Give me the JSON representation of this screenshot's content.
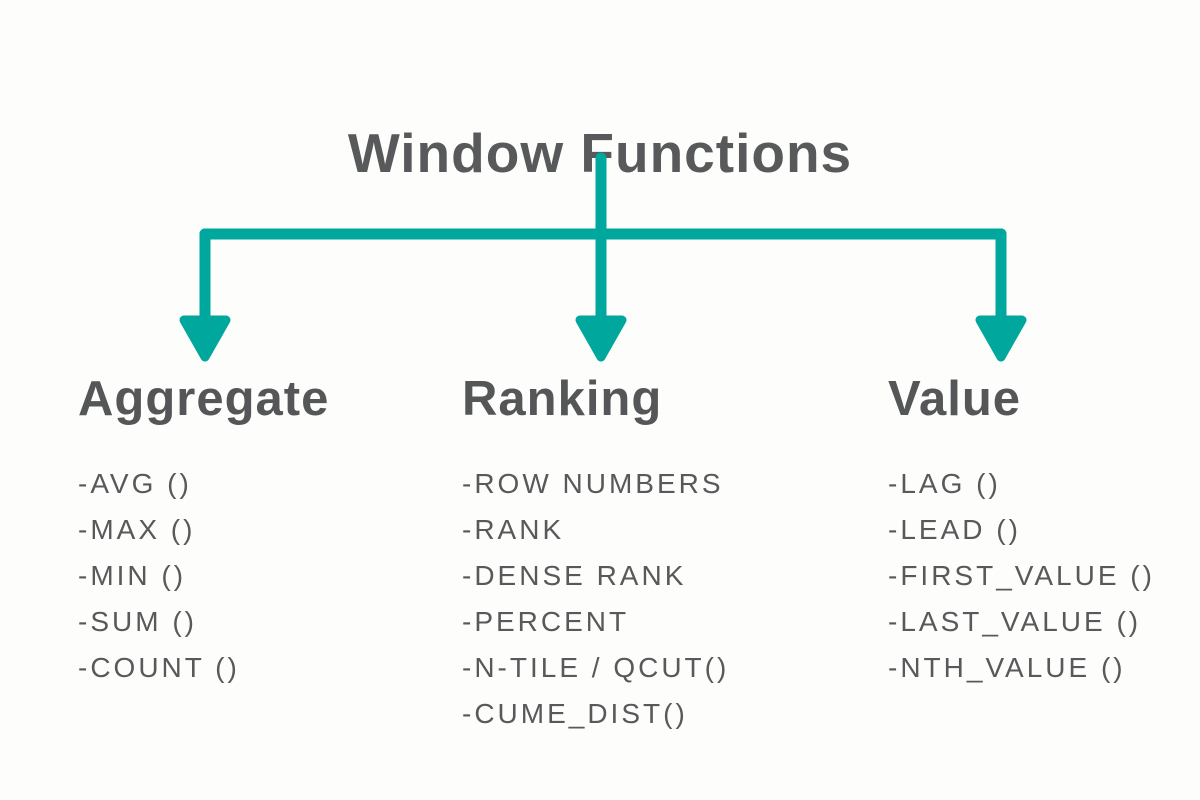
{
  "title": "Window Functions",
  "colors": {
    "accent_teal": "#00A79D",
    "text_gray": "#58595B",
    "background": "#FDFDFC"
  },
  "icons": {
    "connector": "down-arrow-tree-connector"
  },
  "columns": [
    {
      "heading": "Aggregate",
      "items": [
        "-AVG ()",
        "-MAX ()",
        "-MIN ()",
        "-SUM ()",
        "-COUNT ()"
      ]
    },
    {
      "heading": "Ranking",
      "items": [
        "-ROW NUMBERS",
        "-RANK",
        "-DENSE RANK",
        "-PERCENT",
        "-N-TILE / QCUT()",
        "-CUME_DIST()"
      ]
    },
    {
      "heading": "Value",
      "items": [
        "-LAG ()",
        "-LEAD ()",
        "-FIRST_VALUE ()",
        "-LAST_VALUE ()",
        "-NTH_VALUE ()"
      ]
    }
  ]
}
